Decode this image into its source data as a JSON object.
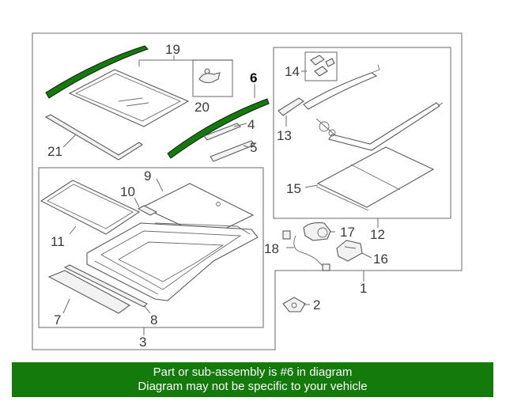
{
  "diagram": {
    "callouts": {
      "c1": "1",
      "c2": "2",
      "c3": "3",
      "c4": "4",
      "c5": "5",
      "c6": "6",
      "c7": "7",
      "c8": "8",
      "c9": "9",
      "c10": "10",
      "c11": "11",
      "c12": "12",
      "c13": "13",
      "c14": "14",
      "c15": "15",
      "c16": "16",
      "c17": "17",
      "c18": "18",
      "c19": "19",
      "c20": "20",
      "c21": "21"
    },
    "highlighted_part": "6",
    "highlight_color": "#157a0c"
  },
  "banner": {
    "line1": "Part or sub-assembly is #6 in diagram",
    "line2": "Diagram may not be specific to your vehicle",
    "background": "#157a0c",
    "text_color": "#ffffff"
  }
}
